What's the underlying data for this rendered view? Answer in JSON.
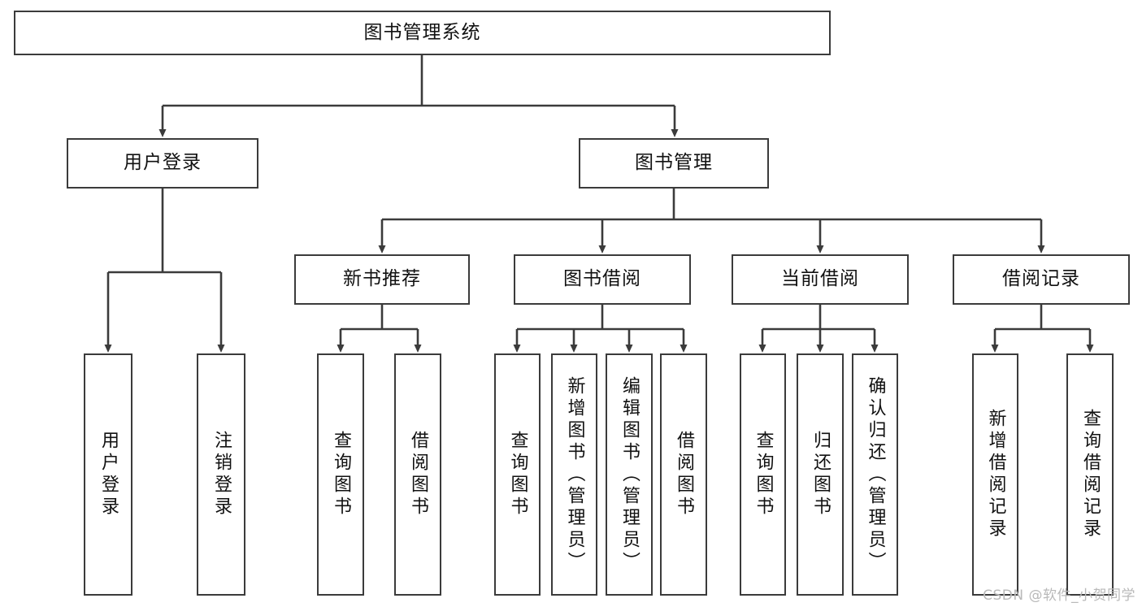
{
  "diagram": {
    "title": "图书管理系统",
    "type": "tree-hierarchy",
    "stroke_color": "#3b3b3b",
    "background_color": "#ffffff",
    "text_color": "#111111"
  },
  "root": {
    "label": "图书管理系统"
  },
  "level1": [
    {
      "label": "用户登录"
    },
    {
      "label": "图书管理"
    }
  ],
  "level2": [
    {
      "label": "新书推荐"
    },
    {
      "label": "图书借阅"
    },
    {
      "label": "当前借阅"
    },
    {
      "label": "借阅记录"
    }
  ],
  "leaves": {
    "user_login": [
      {
        "label": "用户登录"
      },
      {
        "label": "注销登录"
      }
    ],
    "new_books": [
      {
        "label": "查询图书"
      },
      {
        "label": "借阅图书"
      }
    ],
    "book_borrow": [
      {
        "label": "查询图书"
      },
      {
        "label": "新增图书（管理员）"
      },
      {
        "label": "编辑图书（管理员）"
      },
      {
        "label": "借阅图书"
      }
    ],
    "current_borrow": [
      {
        "label": "查询图书"
      },
      {
        "label": "归还图书"
      },
      {
        "label": "确认归还（管理员）"
      }
    ],
    "borrow_record": [
      {
        "label": "新增借阅记录"
      },
      {
        "label": "查询借阅记录"
      }
    ]
  },
  "watermark": {
    "text": "CSDN @软件_小贺同学"
  }
}
